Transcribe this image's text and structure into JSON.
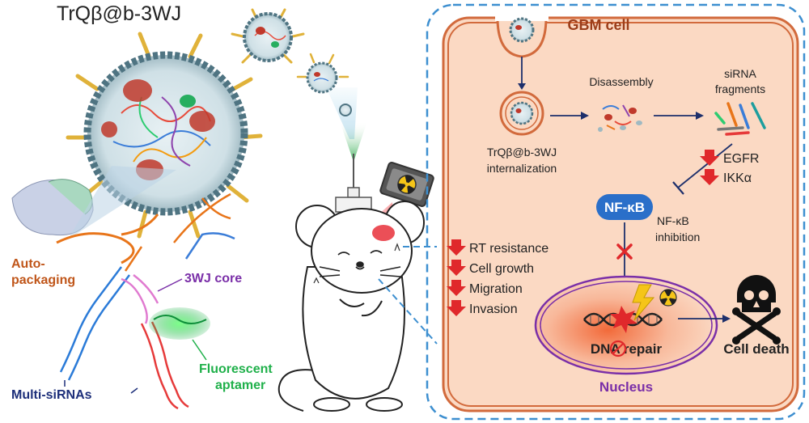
{
  "title": "TrQβ@b-3WJ",
  "labels": {
    "auto_packaging_line1": "Auto-",
    "auto_packaging_line2": "packaging",
    "core": "3WJ core",
    "fluorescent_line1": "Fluorescent",
    "fluorescent_line2": "aptamer",
    "multi_sirnas": "Multi-siRNAs"
  },
  "cell": {
    "title": "GBM cell",
    "disassembly": "Disassembly",
    "sirna_line1": "siRNA",
    "sirna_line2": "fragments",
    "internalization_line1": "TrQβ@b-3WJ",
    "internalization_line2": "internalization",
    "targets": [
      "EGFR",
      "IKKα"
    ],
    "nfkb": "NF-κB",
    "nfkb_inhibition_line1": "NF-κB",
    "nfkb_inhibition_line2": "inhibition",
    "effects": [
      "RT resistance",
      "Cell growth",
      "Migration",
      "Invasion"
    ],
    "dna_repair": "DNA repair",
    "nucleus": "Nucleus",
    "cell_death": "Cell death"
  },
  "colors": {
    "auto_packaging": "#c0561a",
    "core": "#7a2fa8",
    "fluorescent": "#1fb04a",
    "multi_sirnas": "#1d2f7a",
    "gbm_title": "#9b3d1a",
    "cell_fill": "#fbd9c3",
    "cell_border": "#d26a3c",
    "dashed_border": "#3d8fd0",
    "nfkb_fill": "#2a6fc9",
    "nucleus": "#7a2fa8",
    "down_arrow": "#e0282b",
    "navy_arrow": "#1d2f6b"
  },
  "icons": [
    "radiation-icon",
    "skull-icon",
    "lightning-icon",
    "down-arrow-icon",
    "inhibit-icon"
  ]
}
